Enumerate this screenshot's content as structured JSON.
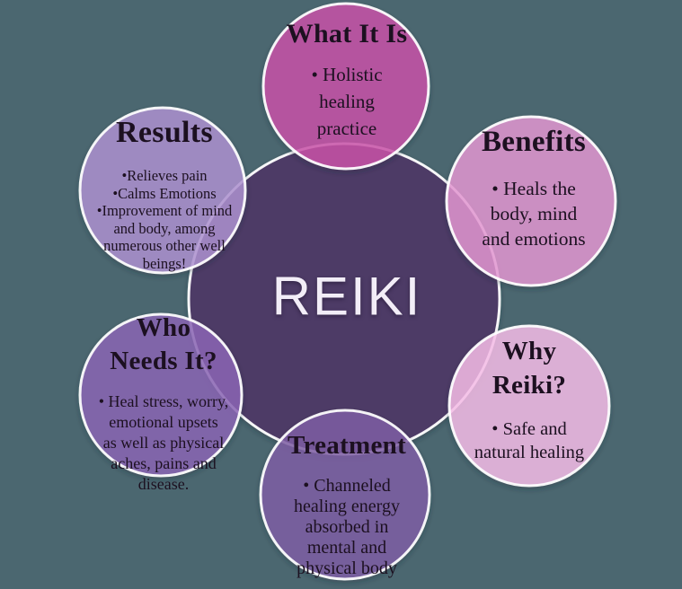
{
  "background_color": "#4b6770",
  "text_color": "#1c1020",
  "center_circle": {
    "label": "REIKI",
    "fill": "#4e3a66",
    "text_color": "#f2edf7"
  },
  "circles": [
    {
      "name": "what-it-is",
      "heading": "What It Is",
      "heading_lines": [
        "What It Is"
      ],
      "bullets": [
        "• Holistic",
        "healing",
        "practice"
      ],
      "fill": "#cd53ab",
      "observed_color": "#b3579f"
    },
    {
      "name": "benefits",
      "heading": "Benefits",
      "heading_lines": [
        "Benefits"
      ],
      "bullets": [
        "• Heals the",
        "body, mind",
        "and emotions"
      ],
      "fill": "#e79ad6",
      "observed_color": "#c890c2"
    },
    {
      "name": "why-reiki",
      "heading": "Why Reiki?",
      "heading_lines": [
        "Why",
        "Reiki?"
      ],
      "bullets": [
        "• Safe and",
        "natural healing"
      ],
      "fill": "#fbc0ec",
      "observed_color": "#d8aed3"
    },
    {
      "name": "treatment",
      "heading": "Treatment",
      "heading_lines": [
        "Treatment"
      ],
      "bullets": [
        "• Channeled",
        "healing energy",
        "absorbed in",
        "mental and",
        "physical body"
      ],
      "fill": "#815fa8",
      "observed_color": "#76619d"
    },
    {
      "name": "who-needs-it",
      "heading": "Who Needs It?",
      "heading_lines": [
        "Who",
        "Needs It?"
      ],
      "bullets": [
        "• Heal stress, worry,",
        "emotional upsets",
        "as well as physical",
        "aches, pains and",
        "disease."
      ],
      "fill": "#8d66b8",
      "observed_color": "#8066aa"
    },
    {
      "name": "results",
      "heading": "Results",
      "heading_lines": [
        "Results"
      ],
      "bullets": [
        "•Relieves pain",
        "•Calms Emotions",
        "•Improvement of mind",
        "and body, among",
        "numerous other well",
        "beings!"
      ],
      "fill": "#b195d4",
      "observed_color": "#9d8cc0"
    }
  ]
}
